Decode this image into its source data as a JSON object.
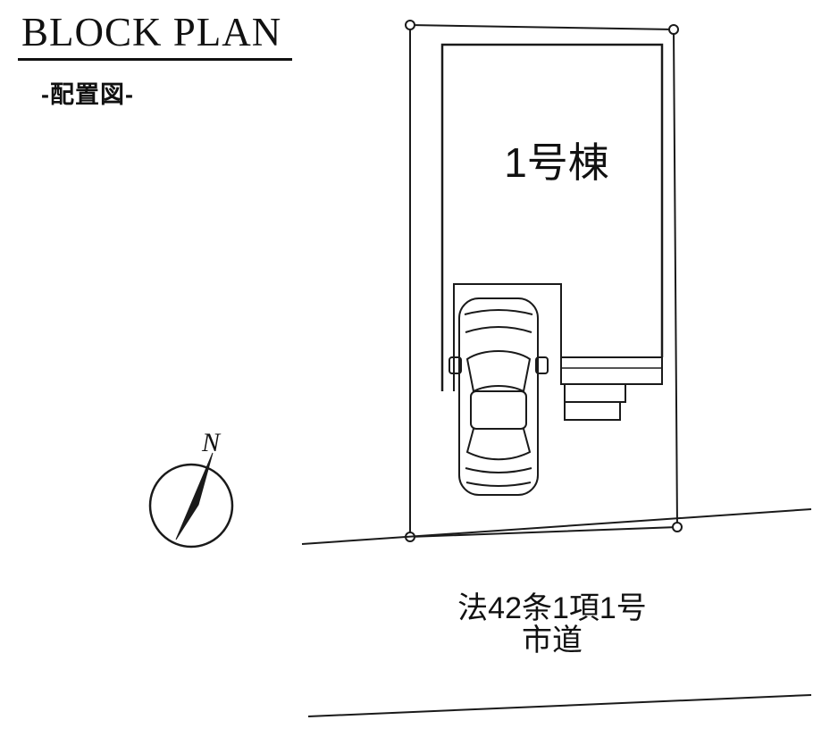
{
  "page": {
    "title": "BLOCK PLAN",
    "subtitle": "-配置図-"
  },
  "plan": {
    "building_label": "1号棟",
    "road_label_line1": "法42条1項1号",
    "road_label_line2": "市道",
    "compass_letter": "N"
  },
  "colors": {
    "line": "#1a1a1a",
    "background": "#ffffff"
  }
}
